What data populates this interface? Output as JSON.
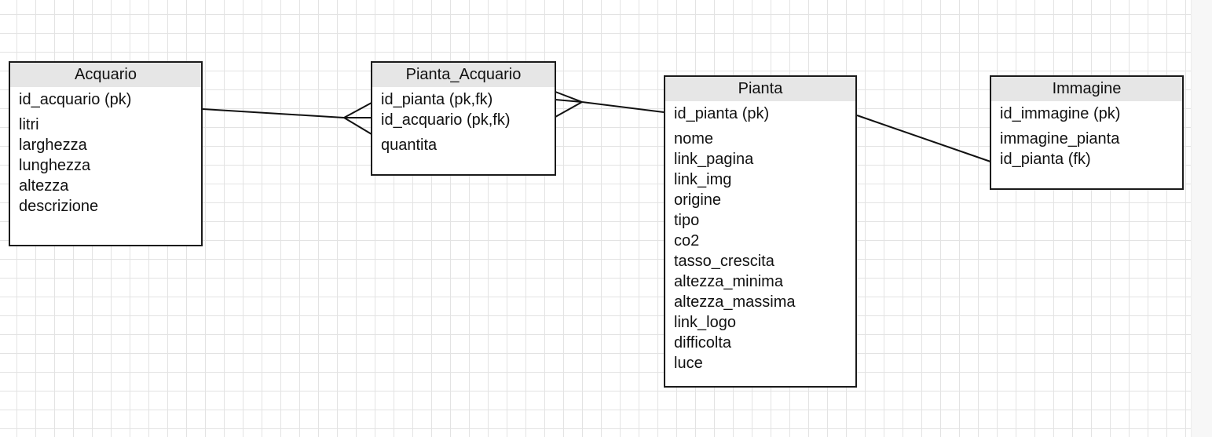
{
  "diagram": {
    "entities": [
      {
        "id": "acquario",
        "name": "Acquario",
        "key_attributes": [
          "id_acquario (pk)"
        ],
        "attributes": [
          "litri",
          "larghezza",
          "lunghezza",
          "altezza",
          "descrizione"
        ]
      },
      {
        "id": "pianta-acquario",
        "name": "Pianta_Acquario",
        "key_attributes": [
          "id_pianta (pk,fk)",
          "id_acquario (pk,fk)"
        ],
        "attributes": [
          "quantita"
        ]
      },
      {
        "id": "pianta",
        "name": "Pianta",
        "key_attributes": [
          "id_pianta (pk)"
        ],
        "attributes": [
          "nome",
          "link_pagina",
          "link_img",
          "origine",
          "tipo",
          "co2",
          "tasso_crescita",
          "altezza_minima",
          "altezza_massima",
          "link_logo",
          "difficolta",
          "luce"
        ]
      },
      {
        "id": "immagine",
        "name": "Immagine",
        "key_attributes": [
          "id_immagine (pk)"
        ],
        "attributes": [
          "immagine_pianta",
          "id_pianta (fk)"
        ]
      }
    ],
    "relationships": [
      {
        "from": "Acquario",
        "to": "Pianta_Acquario",
        "cardinality": "one-to-many"
      },
      {
        "from": "Pianta",
        "to": "Pianta_Acquario",
        "cardinality": "one-to-many"
      },
      {
        "from": "Pianta",
        "to": "Immagine",
        "cardinality": "one-to-one"
      }
    ]
  }
}
